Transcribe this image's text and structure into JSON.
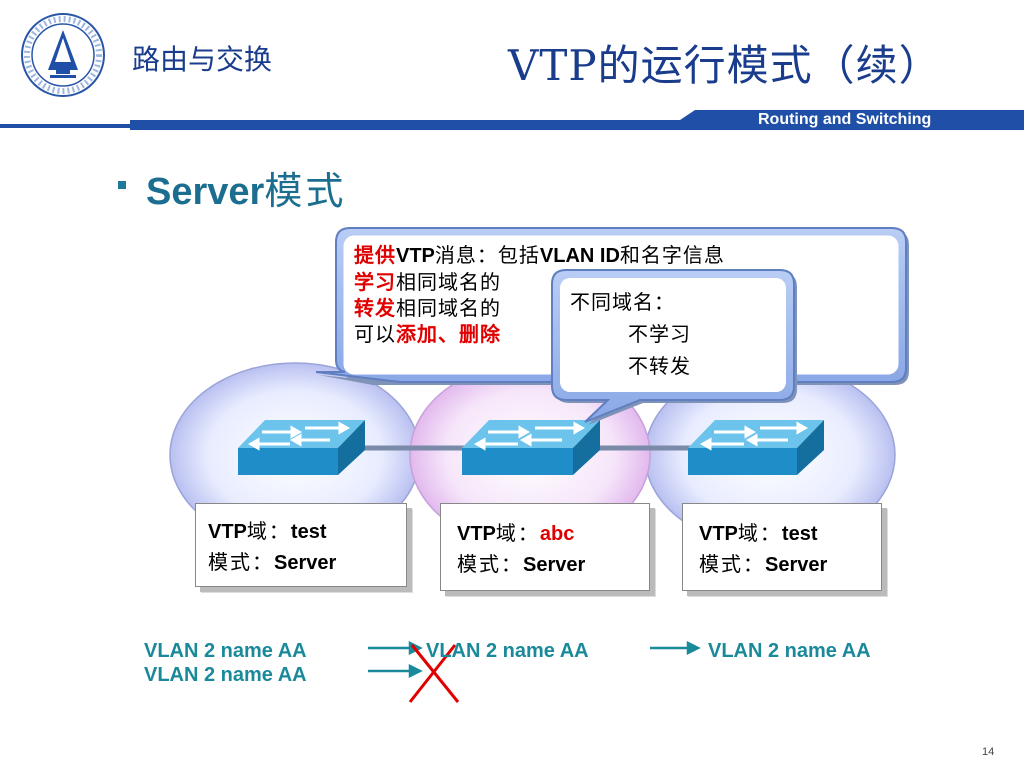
{
  "header": {
    "course_title": "路由与交换",
    "slide_title": "VTP的运行模式（续）",
    "band_text": "Routing and Switching"
  },
  "heading": {
    "bullet": "▪",
    "latin": "Server",
    "chinese": "模式"
  },
  "server_callout": {
    "line1": {
      "red": "提供",
      "latin": "VTP",
      "rest": "消息：包括",
      "latin2": "VLAN ID",
      "rest2": "和名字信息"
    },
    "line2": {
      "red": "学习",
      "rest": "相同域名的"
    },
    "line3": {
      "red": "转发",
      "rest": "相同域名的"
    },
    "line4": {
      "black": "可以",
      "red": "添加、删除"
    }
  },
  "domain_callout": {
    "line1": "不同域名：",
    "line2": "不学习",
    "line3": "不转发"
  },
  "switch_boxes": [
    {
      "domain_label": "VTP",
      "domain_suffix": "域：",
      "domain_value": "test",
      "mode_label": "模式：",
      "mode_value": "Server"
    },
    {
      "domain_label": "VTP",
      "domain_suffix": "域：",
      "domain_value": "abc",
      "mode_label": "模式：",
      "mode_value": "Server"
    },
    {
      "domain_label": "VTP",
      "domain_suffix": "域：",
      "domain_value": "test",
      "mode_label": "模式：",
      "mode_value": "Server"
    }
  ],
  "vlan_rows": {
    "left_1": "VLAN 2 name AA",
    "left_2": "VLAN 2 name AA",
    "middle": "VLAN 2 name AA",
    "right": "VLAN 2 name AA"
  },
  "page_number": "14",
  "colors": {
    "title_blue": "#1a3c8c",
    "band_blue": "#1f4fa6",
    "vlan_teal": "#1a8a9a",
    "emphasis_red": "#e00000",
    "callout_fill": "#90aee8",
    "switch_blue": "#1f8ec8"
  },
  "icons": [
    "university-logo",
    "switch-icon",
    "arrow-right-icon",
    "cross-mark-icon"
  ]
}
